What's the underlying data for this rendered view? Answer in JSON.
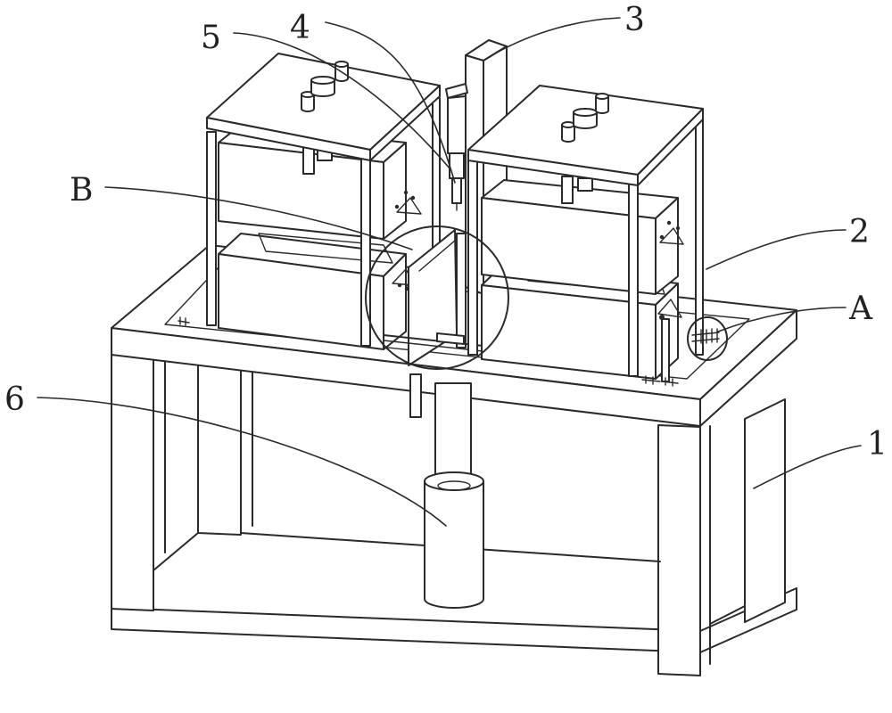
{
  "labels": {
    "l1": "1",
    "l2": "2",
    "l3": "3",
    "l4": "4",
    "l5": "5",
    "l6": "6",
    "lA": "A",
    "lB": "B"
  },
  "colors": {
    "line": "#2a2a2a",
    "background": "#ffffff"
  }
}
